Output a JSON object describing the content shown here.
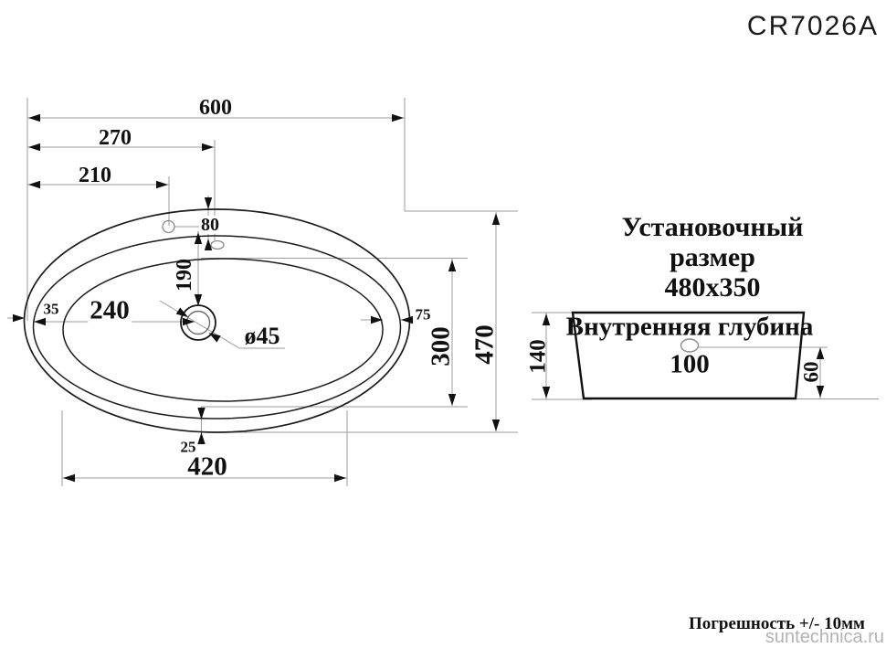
{
  "title": "CR7026A",
  "top_view": {
    "dim_total_width": "600",
    "dim_overflow_offset": "270",
    "dim_faucet_offset": "210",
    "dim_rim_top": "80",
    "dim_drain_from_top": "190",
    "dim_rim_left": "35",
    "dim_drain_from_left": "240",
    "dim_drain_diameter": "ø45",
    "dim_rim_right": "75",
    "dim_inner_height": "300",
    "dim_total_height": "470",
    "dim_rim_bottom": "25",
    "dim_bottom_width": "420"
  },
  "side_view": {
    "installation_title_line1": "Установочный размер",
    "installation_title_line2": "480x350",
    "inner_depth_label": "Внутренняя глубина",
    "dim_drain_offset": "100",
    "dim_total_depth": "140",
    "dim_drain_height": "60"
  },
  "footer": {
    "tolerance": "Погрешность +/- 10мм",
    "watermark": "suntechnica.ru"
  },
  "colors": {
    "ink": "#111111",
    "dim_line_gray": "#9b9b9b",
    "watermark_gray": "#b3b3b3"
  }
}
